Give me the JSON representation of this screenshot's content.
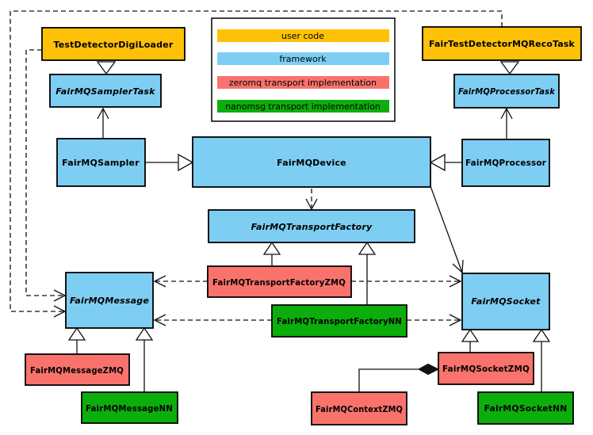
{
  "diagram": {
    "colors": {
      "user_code": "#FFC107",
      "framework": "#7ECEF4",
      "zeromq": "#F9736C",
      "nanomsg": "#0CAE0C"
    },
    "legend": {
      "items": [
        {
          "label": "user code",
          "color": "#FFC107"
        },
        {
          "label": "framework",
          "color": "#7ECEF4"
        },
        {
          "label": "zeromq transport implementation",
          "color": "#F9736C"
        },
        {
          "label": "nanomsg transport implementation",
          "color": "#0CAE0C"
        }
      ]
    },
    "nodes": {
      "test_detector_digi_loader": {
        "label": "TestDetectorDigiLoader",
        "category": "user code",
        "abstract": false
      },
      "fairmq_sampler_task": {
        "label": "FairMQSamplerTask",
        "category": "framework",
        "abstract": true
      },
      "fair_test_detector_mq_reco_task": {
        "label": "FairTestDetectorMQRecoTask",
        "category": "user code",
        "abstract": false
      },
      "fairmq_processor_task": {
        "label": "FairMQProcessorTask",
        "category": "framework",
        "abstract": true
      },
      "fairmq_sampler": {
        "label": "FairMQSampler",
        "category": "framework",
        "abstract": false
      },
      "fairmq_device": {
        "label": "FairMQDevice",
        "category": "framework",
        "abstract": false
      },
      "fairmq_processor": {
        "label": "FairMQProcessor",
        "category": "framework",
        "abstract": false
      },
      "fairmq_transport_factory": {
        "label": "FairMQTransportFactory",
        "category": "framework",
        "abstract": true
      },
      "fairmq_transport_factory_zmq": {
        "label": "FairMQTransportFactoryZMQ",
        "category": "zeromq",
        "abstract": false
      },
      "fairmq_transport_factory_nn": {
        "label": "FairMQTransportFactoryNN",
        "category": "nanomsg",
        "abstract": false
      },
      "fairmq_message": {
        "label": "FairMQMessage",
        "category": "framework",
        "abstract": true
      },
      "fairmq_socket": {
        "label": "FairMQSocket",
        "category": "framework",
        "abstract": true
      },
      "fairmq_message_zmq": {
        "label": "FairMQMessageZMQ",
        "category": "zeromq",
        "abstract": false
      },
      "fairmq_message_nn": {
        "label": "FairMQMessageNN",
        "category": "nanomsg",
        "abstract": false
      },
      "fairmq_socket_zmq": {
        "label": "FairMQSocketZMQ",
        "category": "zeromq",
        "abstract": false
      },
      "fairmq_context_zmq": {
        "label": "FairMQContextZMQ",
        "category": "zeromq",
        "abstract": false
      },
      "fairmq_socket_nn": {
        "label": "FairMQSocketNN",
        "category": "nanomsg",
        "abstract": false
      }
    },
    "relationships": [
      {
        "from": "TestDetectorDigiLoader",
        "to": "FairMQSamplerTask",
        "type": "inheritance"
      },
      {
        "from": "FairTestDetectorMQRecoTask",
        "to": "FairMQProcessorTask",
        "type": "inheritance"
      },
      {
        "from": "FairMQSampler",
        "to": "FairMQDevice",
        "type": "inheritance"
      },
      {
        "from": "FairMQProcessor",
        "to": "FairMQDevice",
        "type": "inheritance"
      },
      {
        "from": "FairMQSampler",
        "to": "FairMQSamplerTask",
        "type": "association"
      },
      {
        "from": "FairMQProcessor",
        "to": "FairMQProcessorTask",
        "type": "association"
      },
      {
        "from": "FairMQDevice",
        "to": "FairMQTransportFactory",
        "type": "dependency"
      },
      {
        "from": "FairMQDevice",
        "to": "FairMQSocket",
        "type": "association"
      },
      {
        "from": "FairMQTransportFactoryZMQ",
        "to": "FairMQTransportFactory",
        "type": "inheritance"
      },
      {
        "from": "FairMQTransportFactoryNN",
        "to": "FairMQTransportFactory",
        "type": "inheritance"
      },
      {
        "from": "FairMQTransportFactoryZMQ",
        "to": "FairMQMessage",
        "type": "dependency"
      },
      {
        "from": "FairMQTransportFactoryZMQ",
        "to": "FairMQSocket",
        "type": "dependency"
      },
      {
        "from": "FairMQTransportFactoryNN",
        "to": "FairMQMessage",
        "type": "dependency"
      },
      {
        "from": "FairMQTransportFactoryNN",
        "to": "FairMQSocket",
        "type": "dependency"
      },
      {
        "from": "TestDetectorDigiLoader",
        "to": "FairMQMessage",
        "type": "dependency"
      },
      {
        "from": "FairTestDetectorMQRecoTask",
        "to": "FairMQMessage",
        "type": "dependency"
      },
      {
        "from": "FairMQMessageZMQ",
        "to": "FairMQMessage",
        "type": "inheritance"
      },
      {
        "from": "FairMQMessageNN",
        "to": "FairMQMessage",
        "type": "inheritance"
      },
      {
        "from": "FairMQSocketZMQ",
        "to": "FairMQSocket",
        "type": "inheritance"
      },
      {
        "from": "FairMQSocketNN",
        "to": "FairMQSocket",
        "type": "inheritance"
      },
      {
        "from": "FairMQSocketZMQ",
        "to": "FairMQContextZMQ",
        "type": "composition"
      }
    ]
  }
}
